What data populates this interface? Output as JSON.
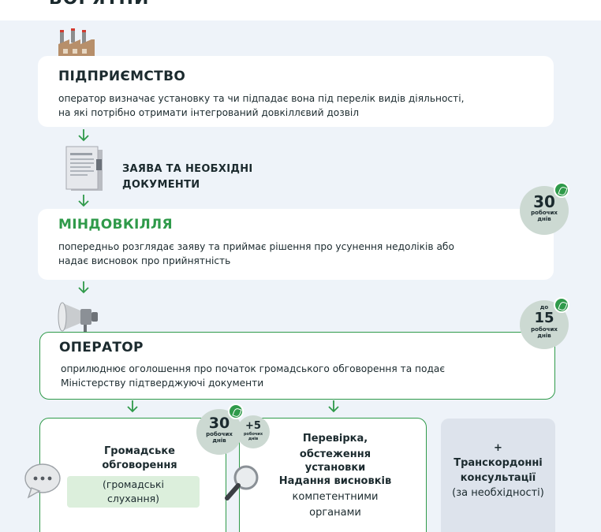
{
  "top_heading_partial": "ВОРЯТНИ",
  "enterprise": {
    "title": "ПІДПРИЄМСТВО",
    "text_line1": "оператор визначає установку та чи підпадає вона під перелік видів діяльності,",
    "text_line2": "на які потрібно отримати інтегрований довкіллєвий дозвіл"
  },
  "application": {
    "label_line1": "ЗАЯВА ТА НЕОБХІДНІ",
    "label_line2": "ДОКУМЕНТИ"
  },
  "ministry": {
    "title": "МІНДОВКІЛЛЯ",
    "text_line1": "попередньо розглядає заяву та приймає рішення про усунення недоліків або",
    "text_line2": "надає висновок про прийнятність",
    "badge": {
      "number": "30",
      "unit_line1": "робочих",
      "unit_line2": "днів"
    }
  },
  "operator": {
    "title": "ОПЕРАТОР",
    "text_line1": "оприлюднює оголошення про початок громадського обговорення та подає",
    "text_line2": "Міністерству підтверджуючі документи",
    "badge": {
      "prefix": "до",
      "number": "15",
      "unit_line1": "робочих",
      "unit_line2": "днів"
    }
  },
  "public": {
    "line1": "Громадське",
    "line2": "обговорення",
    "sub_line1": "(громадські",
    "sub_line2": "слухання)",
    "badge": {
      "number": "30",
      "unit_line1": "робочих",
      "unit_line2": "днів"
    },
    "extra_badge": {
      "number": "+5",
      "unit_line1": "робочих",
      "unit_line2": "днів"
    }
  },
  "inspection": {
    "line1": "Перевірка,",
    "line2": "обстеження",
    "line3": "установки",
    "line4": "Надання висновків",
    "line5": "компетентними",
    "line6": "органами"
  },
  "transboundary": {
    "plus": "+",
    "line1": "Транскордонні",
    "line2": "консультації",
    "line3": "(за необхідності)"
  },
  "colors": {
    "accent_green": "#2f9a4a",
    "badge_fill": "#ccd9d2",
    "highlight_fill": "#dcefdc",
    "gray_card": "#dde3ec",
    "background": "#eef3f9"
  },
  "icons": [
    "factory-icon",
    "document-icon",
    "megaphone-icon",
    "chat-bubble-icon",
    "magnifier-icon",
    "leaf-icon",
    "arrow-down-icon"
  ]
}
